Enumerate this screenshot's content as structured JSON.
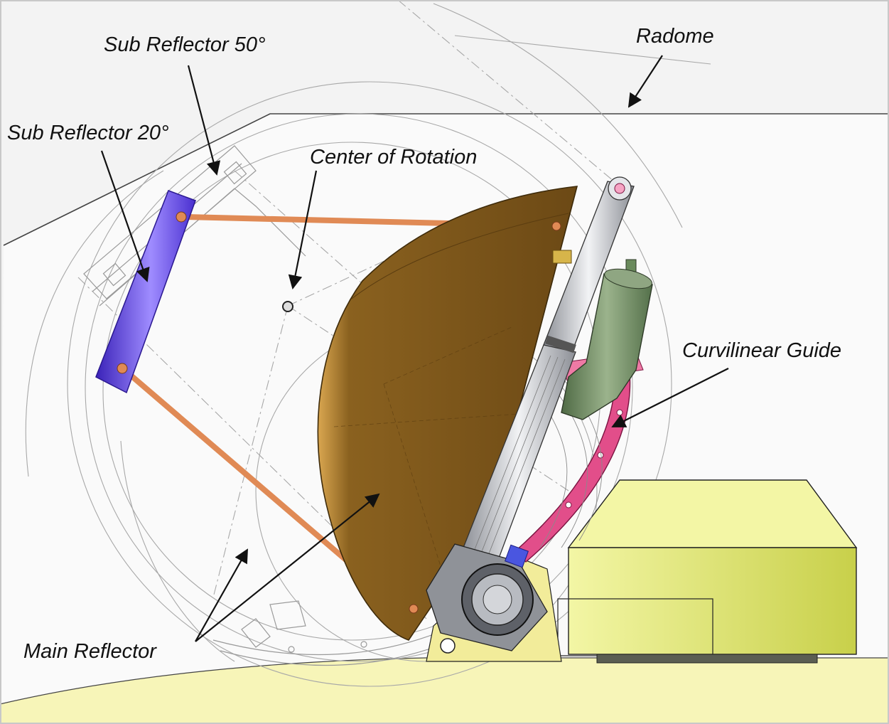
{
  "labels": {
    "radome": "Radome",
    "sub_reflector_50": "Sub Reflector 50°",
    "sub_reflector_20": "Sub Reflector 20°",
    "center_of_rotation": "Center of Rotation",
    "curvilinear_guide": "Curvilinear Guide",
    "main_reflector": "Main Reflector"
  },
  "colors": {
    "background": "#f3f3f3",
    "radome_fill": "#f8f8f8",
    "ground_fill": "#f7f5b8",
    "main_reflector": "#7a5419",
    "sub_reflector": "#5b3fe0",
    "struts": "#e08a55",
    "curvilinear_guide": "#e24e8a",
    "housing_box": "#e4ec72",
    "motor": "#6d8a60",
    "actuator": "#c9cbcf",
    "construction_lines": "#a8a8a8"
  }
}
